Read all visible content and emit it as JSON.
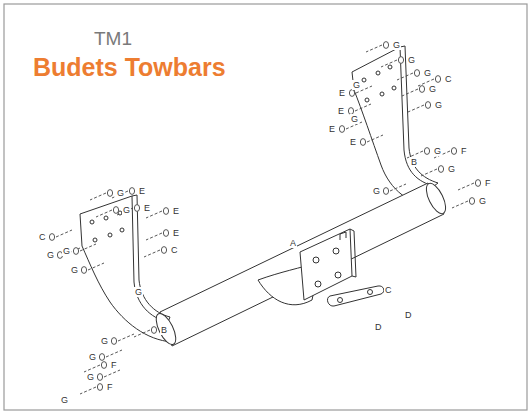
{
  "diagram": {
    "title": "Budets Towbars",
    "labels": [
      "TM1",
      "G",
      "G",
      "G",
      "G",
      "G",
      "C",
      "E",
      "G",
      "E",
      "G",
      "E",
      "E",
      "G",
      "F",
      "G",
      "F",
      "G",
      "G",
      "B",
      "A",
      "C",
      "D",
      "D",
      "G",
      "E",
      "G",
      "E",
      "E",
      "C",
      "E",
      "C",
      "G",
      "G",
      "G",
      "G",
      "B",
      "G",
      "G",
      "F",
      "G",
      "F",
      "G"
    ]
  }
}
